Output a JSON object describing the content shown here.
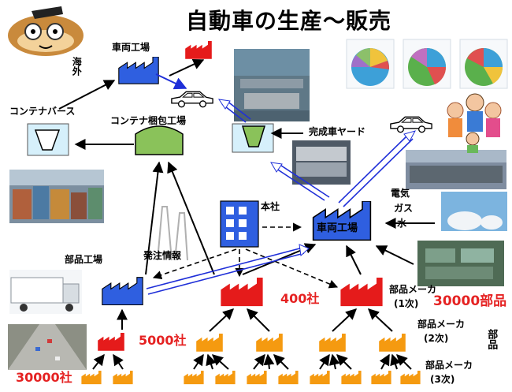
{
  "title": "自動車の生産〜販売",
  "labels": {
    "overseas": "海外",
    "vehicle_factory_top": "車両工場",
    "container_berth": "コンテナバース",
    "container_packing": "コンテナ梱包工場",
    "finished_yard": "完成車ヤード",
    "headquarters": "本社",
    "vehicle_factory_main": "車両工場",
    "parts_factory": "部品工場",
    "order_info": "発注情報",
    "utilities": [
      "電気",
      "ガス",
      "水"
    ],
    "count_400": "400社",
    "count_5000": "5000社",
    "count_30000_left": "30000社",
    "count_30000_parts": "30000部品",
    "maker_1": "部品メーカ",
    "tier_1": "(1次)",
    "maker_2": "部品メーカ",
    "tier_2": "(2次)",
    "maker_3": "部品メーカ",
    "tier_3": "(3次)",
    "parts_vertical": "部品"
  },
  "colors": {
    "factory_blue": "#2f5fe0",
    "factory_red": "#e51b1b",
    "factory_orange": "#f59a10",
    "factory_green": "#8ac25a",
    "arrow_blue": "#1f2fd8",
    "red_text": "#e52222"
  },
  "icons": {
    "mascot": "tsuchinoko-with-glasses",
    "car": "car-outline",
    "family": "family-illustration"
  }
}
